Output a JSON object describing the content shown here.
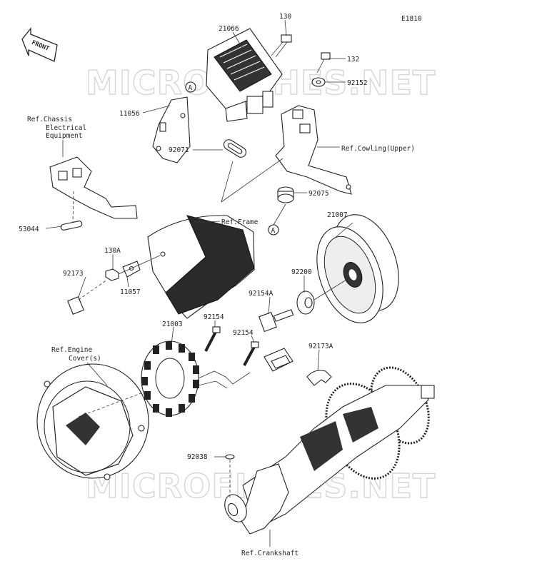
{
  "diagram_code": "E1810",
  "watermark": "MICROFICHES.NET",
  "front_badge": "FRONT",
  "callout_letter": "A",
  "labels": {
    "p130": "130",
    "p21066": "21066",
    "p132": "132",
    "p92152": "92152",
    "p11056": "11056",
    "ref_chassis_1": "Ref.Chassis",
    "ref_chassis_2": "Electrical",
    "ref_chassis_3": "Equipment",
    "p92071": "92071",
    "ref_cowling": "Ref.Cowling(Upper)",
    "p92075": "92075",
    "p53044": "53044",
    "ref_frame": "Ref.Frame",
    "p21007": "21007",
    "p130a": "130A",
    "p92173": "92173",
    "p11057": "11057",
    "p92200": "92200",
    "p92154a": "92154A",
    "p92154_1": "92154",
    "p92154_2": "92154",
    "p21003": "21003",
    "ref_engine_1": "Ref.Engine",
    "ref_engine_2": "Cover(s)",
    "p92173a": "92173A",
    "p92038": "92038",
    "ref_crankshaft": "Ref.Crankshaft"
  }
}
